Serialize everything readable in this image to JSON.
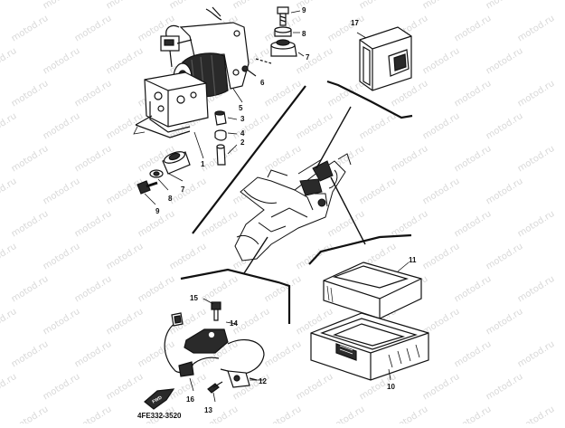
{
  "watermark": {
    "text": "motod.ru",
    "color": "#d8d8d8"
  },
  "diagram": {
    "ink_color": "#111111",
    "code": "4FE332-3520",
    "callouts": {
      "c1": "1",
      "c2": "2",
      "c3": "3",
      "c4": "4",
      "c5": "5",
      "c6": "6",
      "c7a": "7",
      "c7b": "7",
      "c8a": "8",
      "c8b": "8",
      "c9a": "9",
      "c9b": "9",
      "c10": "10",
      "c11": "11",
      "c12": "12",
      "c13": "13",
      "c14": "14",
      "c15": "15",
      "c16": "16",
      "c17": "17"
    },
    "fwd_badge": {
      "icon": "fwd-arrow-icon",
      "label": "FWD"
    }
  }
}
